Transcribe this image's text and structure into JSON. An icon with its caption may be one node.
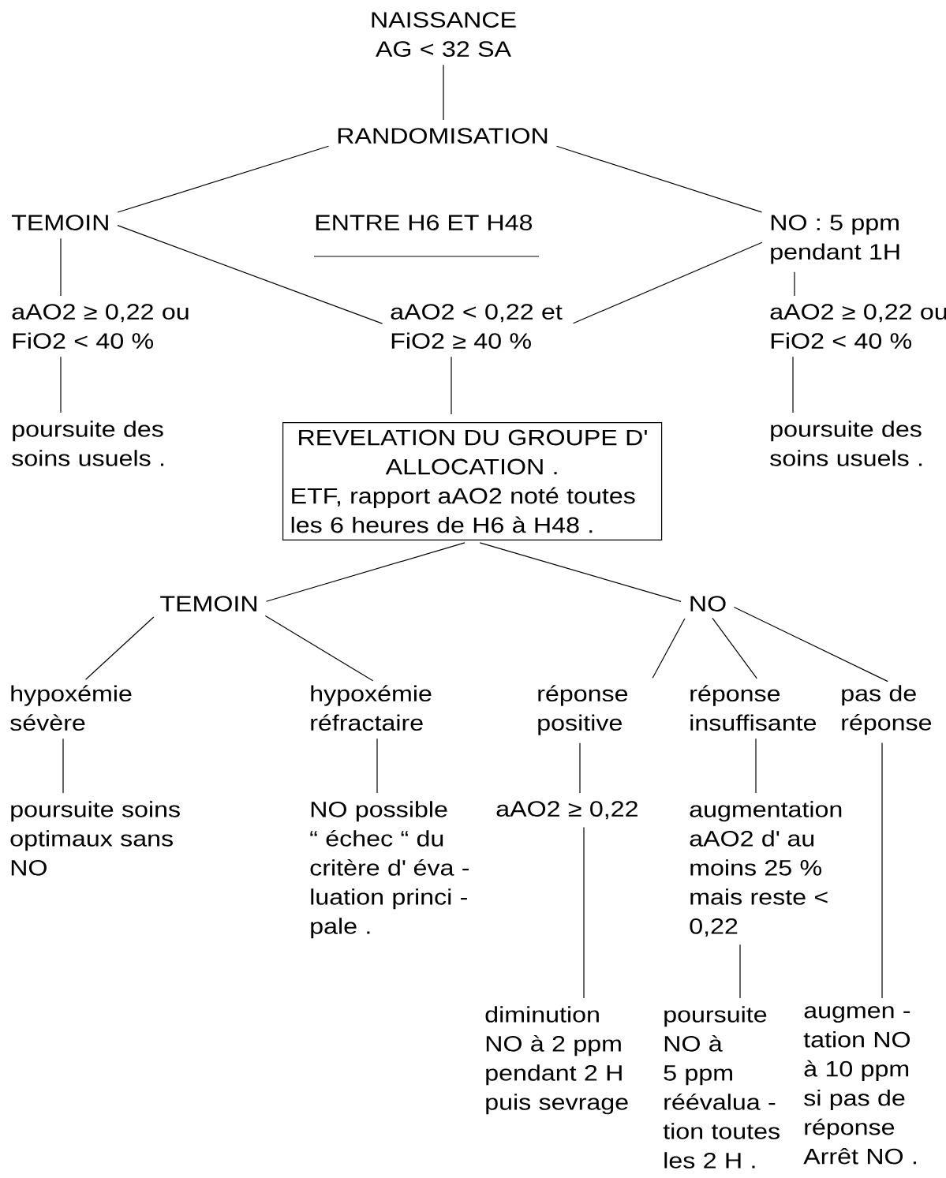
{
  "diagram": {
    "nodes": [
      {
        "text": [
          "NAISSANCE AG < 32 SA"
        ]
      },
      {
        "text": [
          "RANDOMISATION"
        ]
      },
      {
        "text": [
          "TEMOIN"
        ]
      },
      {
        "text": [
          "NO : 5 ppm pendant 1H"
        ]
      },
      {
        "text": [
          "aAO2 ≥ 0,22 ou FiO2 < 40 %"
        ]
      },
      {
        "text": [
          "aAO2 < 0,22 et FiO2 ≥ 40 %"
        ]
      },
      {
        "text": [
          "aAO2 ≥ 0,22 ou FiO2 < 40 %"
        ]
      },
      {
        "text": [
          "poursuite des soins usuels ."
        ]
      },
      {
        "text": [
          "REVELATION DU GROUPE D' ALLOCATION .",
          "ETF, rapport aAO2 noté toutes les 6 heures de H6 à H48 ."
        ]
      },
      {
        "text": [
          "poursuite des soins usuels ."
        ]
      },
      {
        "text": [
          "TEMOIN"
        ]
      },
      {
        "text": [
          "NO"
        ]
      },
      {
        "text": [
          "hypoxémie sévère"
        ]
      },
      {
        "text": [
          "hypoxémie réfractaire"
        ]
      },
      {
        "text": [
          "réponse positive"
        ]
      },
      {
        "text": [
          "réponse insuffisante"
        ]
      },
      {
        "text": [
          "pas de réponse"
        ]
      },
      {
        "text": [
          "poursuite soins optimaux sans NO"
        ]
      },
      {
        "text": [
          "NO possible “ échec “ du critère d' éva - luation princi - pale ."
        ]
      },
      {
        "text": [
          "aAO2 ≥ 0,22"
        ]
      },
      {
        "text": [
          "augmentation aAO2 d' au moins 25 % mais reste < 0,22"
        ]
      },
      {
        "text": [
          "diminution NO à 2 ppm pendant 2 H puis sevrage"
        ]
      },
      {
        "text": [
          "poursuite NO à 5 ppm réévalua - tion toutes les 2 H ."
        ]
      },
      {
        "text": [
          "augmen - tation NO à 10 ppm si pas de réponse Arrêt NO ."
        ]
      }
    ],
    "edges": [
      {
        "from": 0,
        "to": 1,
        "arrow": "none"
      },
      {
        "from": 1,
        "to": 2,
        "arrow": "none"
      },
      {
        "from": 1,
        "to": 3,
        "arrow": "none"
      },
      {
        "from": 2,
        "to": 5,
        "arrow": "none"
      },
      {
        "from": 3,
        "to": 5,
        "arrow": "none"
      },
      {
        "from": 2,
        "to": 4,
        "arrow": "none"
      },
      {
        "from": 3,
        "to": 6,
        "arrow": "none"
      },
      {
        "from": 4,
        "to": 7,
        "arrow": "none"
      },
      {
        "from": 6,
        "to": 9,
        "arrow": "none"
      },
      {
        "from": 5,
        "to": 8,
        "arrow": "none"
      },
      {
        "from": 8,
        "to": 10,
        "arrow": "none"
      },
      {
        "from": 8,
        "to": 11,
        "arrow": "none"
      },
      {
        "from": 10,
        "to": 12,
        "arrow": "none"
      },
      {
        "from": 10,
        "to": 13,
        "arrow": "none"
      },
      {
        "from": 11,
        "to": 14,
        "arrow": "none"
      },
      {
        "from": 11,
        "to": 15,
        "arrow": "none"
      },
      {
        "from": 11,
        "to": 16,
        "arrow": "none"
      },
      {
        "from": 12,
        "to": 17,
        "arrow": "none"
      },
      {
        "from": 13,
        "to": 18,
        "arrow": "none"
      },
      {
        "from": 14,
        "to": 19,
        "arrow": "none"
      },
      {
        "from": 19,
        "to": 21,
        "arrow": "none"
      },
      {
        "from": 15,
        "to": 20,
        "arrow": "none"
      },
      {
        "from": 20,
        "to": 22,
        "arrow": "none"
      },
      {
        "from": 16,
        "to": 23,
        "arrow": "none"
      }
    ],
    "labels": [
      "ENTRE H6 ET H48"
    ]
  }
}
